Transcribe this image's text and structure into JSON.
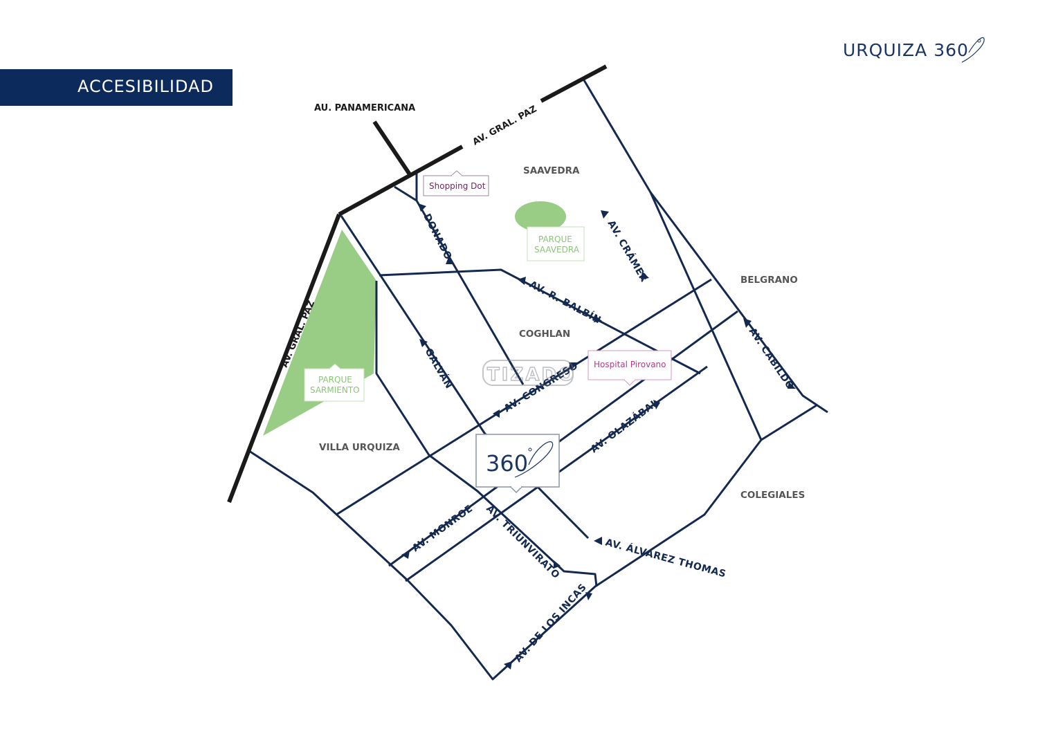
{
  "header": {
    "title": "ACCESIBILIDAD"
  },
  "brand": {
    "name": "URQUIZA 360"
  },
  "highways": {
    "panamericana": "AU. PANAMERICANA",
    "gral_paz_top": "AV. GRAL. PAZ",
    "gral_paz_left": "AV. GRAL. PAZ"
  },
  "neighborhoods": {
    "saavedra": "SAAVEDRA",
    "belgrano": "BELGRANO",
    "coghlan": "COGHLAN",
    "villa_urquiza": "VILLA URQUIZA",
    "colegiales": "COLEGIALES"
  },
  "streets": {
    "donado": "DONADO",
    "cramer": "AV. CRÁMER",
    "balbin": "AV. R. BALBÍN",
    "cabildo": "AV. CABILDO",
    "galvan": "GALVÁN",
    "congreso": "AV. CONGRESO",
    "olazabal": "AV. OLAZÁBAL",
    "monroe": "AV. MONROE",
    "triunvirato": "AV. TRIUNVIRATO",
    "alvarez_thomas": "AV. ÁLVAREZ THOMAS",
    "de_los_incas": "AV. DE LOS INCAS"
  },
  "pois": {
    "shopping": "Shopping Dot",
    "hospital": "Hospital Pirovano",
    "parque_saavedra_1": "PARQUE",
    "parque_saavedra_2": "SAAVEDRA",
    "parque_sarmiento_1": "PARQUE",
    "parque_sarmiento_2": "SARMIENTO"
  },
  "marker": {
    "label": "360"
  },
  "watermark": {
    "text": "TIZADO"
  },
  "colors": {
    "navy": "#0d2a5c",
    "road": "#14294f",
    "highway": "#1a1a1a",
    "park_green": "#99cc85",
    "shopping": "#6b2a5e",
    "hospital": "#b03a8a"
  }
}
